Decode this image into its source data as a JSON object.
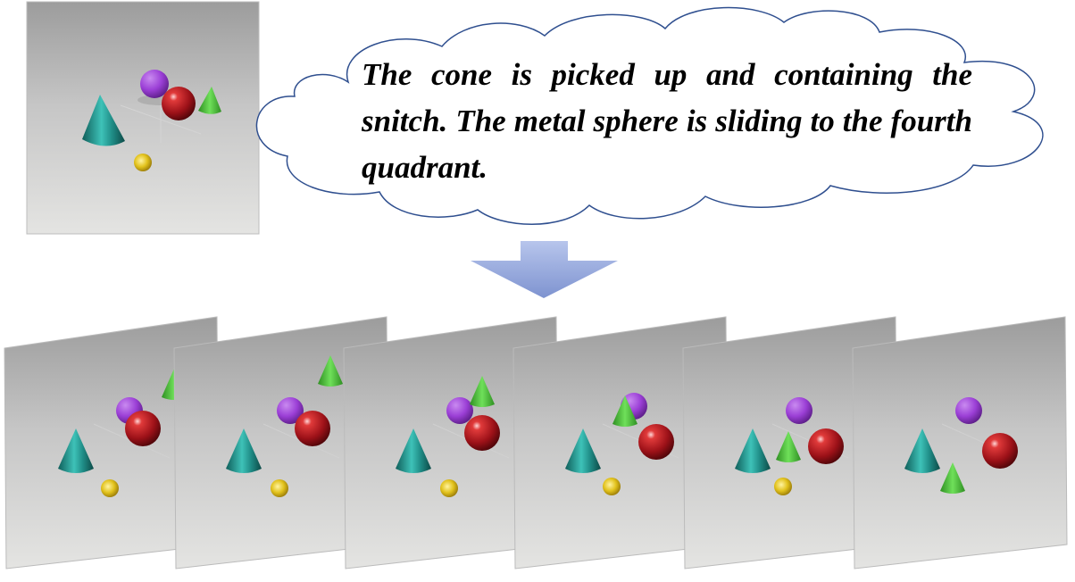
{
  "caption": {
    "text": "The cone is picked up and containing the snitch. The metal sphere is sliding to the fourth quadrant."
  },
  "colors": {
    "cloud_stroke": "#2f4f8f",
    "arrow_fill": "#94a7dc",
    "background_scene": "#c8c8c8",
    "purple_sphere": "#9b3fd6",
    "red_metal_sphere": "#b21820",
    "green_cone": "#4cc23a",
    "teal_cone": "#1f8c86",
    "gold_snitch": "#e2c21c"
  },
  "icons": {
    "arrow": "down-arrow",
    "bubble": "thought-cloud"
  }
}
